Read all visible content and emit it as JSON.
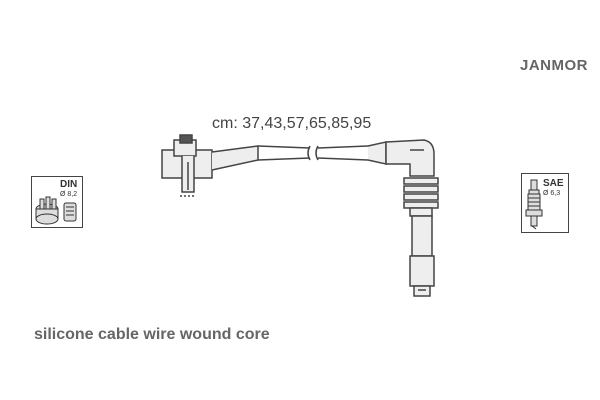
{
  "brand": "JANMOR",
  "lengths_label": "cm: 37,43,57,65,85,95",
  "caption": "silicone cable wire wound core",
  "din_badge": {
    "code": "DIN",
    "diameter": "Ø 8,2"
  },
  "sae_badge": {
    "code": "SAE",
    "diameter": "Ø 6,3"
  },
  "colors": {
    "line": "#444444",
    "fill": "#eeeeee"
  }
}
